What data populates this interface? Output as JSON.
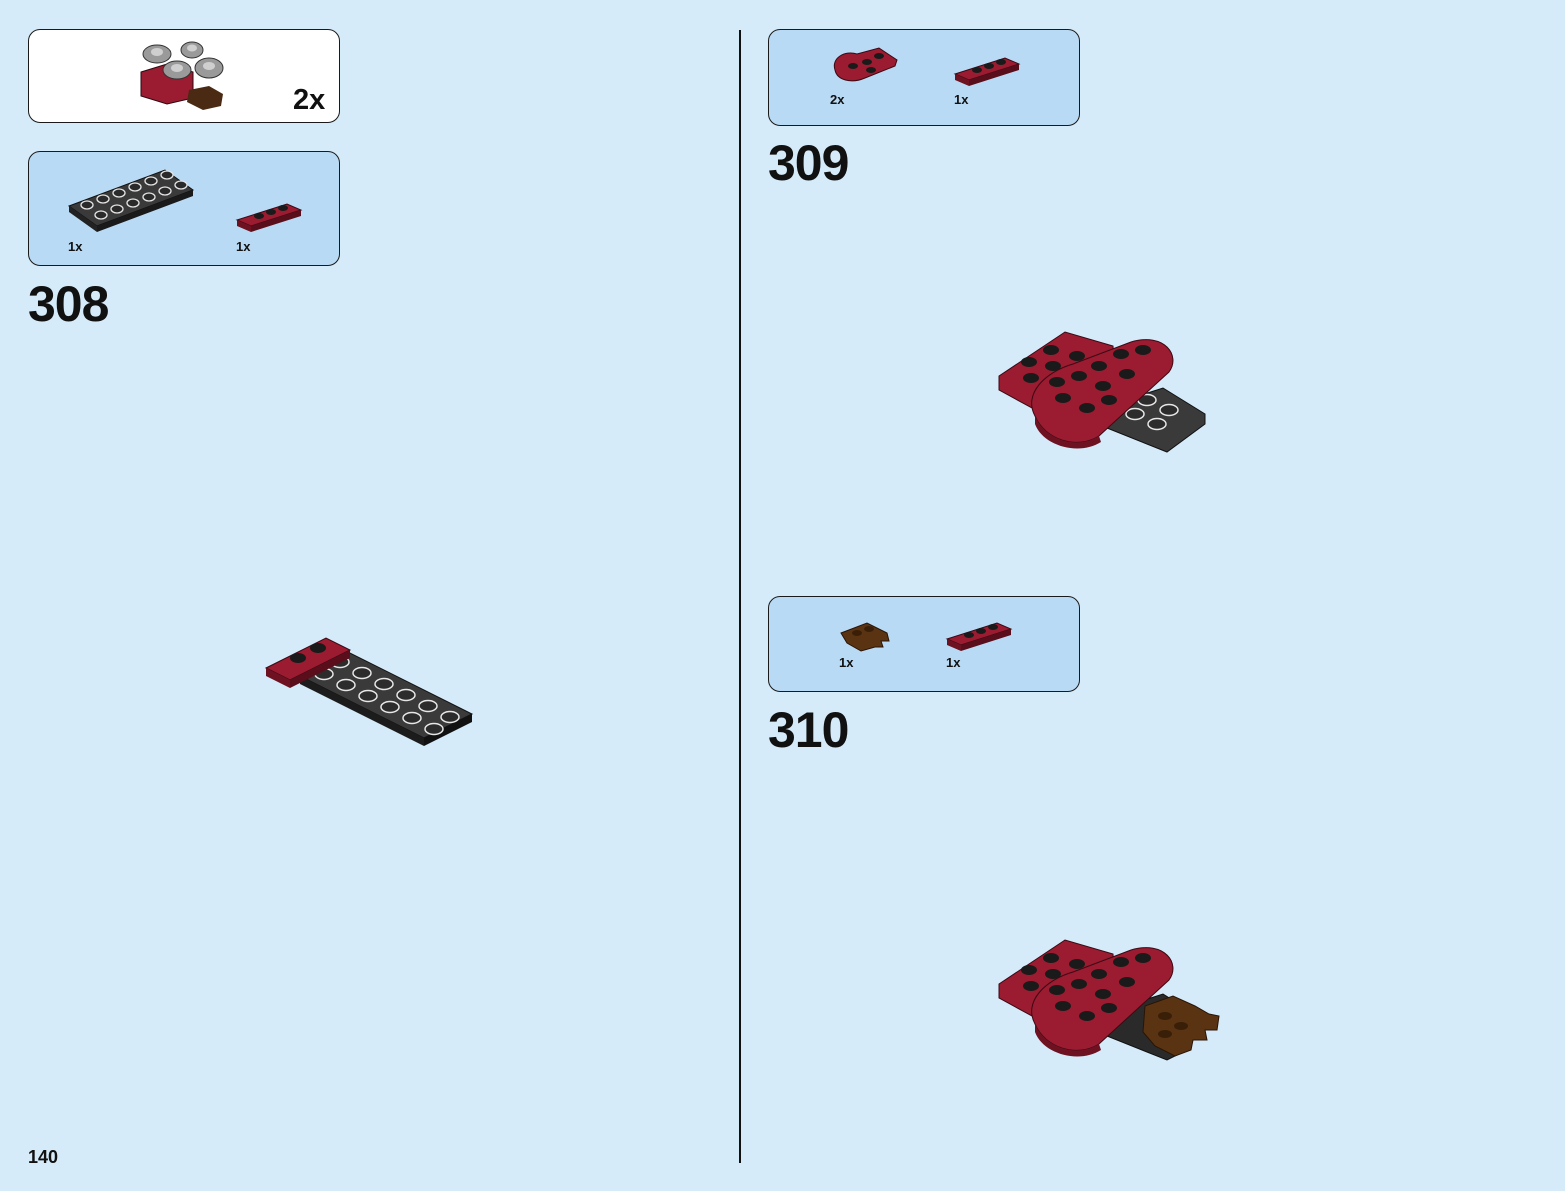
{
  "page": {
    "number": "140"
  },
  "subassembly_callout": {
    "quantity": "2x",
    "icon": "gear-mechanism-submodel-icon"
  },
  "steps": [
    {
      "number": "308",
      "parts": [
        {
          "qty": "1x",
          "icon": "dark-gray-plate-2x6-icon",
          "color": "#3a3a3a"
        },
        {
          "qty": "1x",
          "icon": "dark-red-plate-1x3-icon",
          "color": "#9b1b30"
        }
      ],
      "model_icon": "step-308-build-icon"
    },
    {
      "number": "309",
      "parts": [
        {
          "qty": "2x",
          "icon": "dark-red-rounded-plate-icon",
          "color": "#9b1b30"
        },
        {
          "qty": "1x",
          "icon": "dark-red-plate-1x3-icon",
          "color": "#9b1b30"
        }
      ],
      "model_icon": "step-309-build-icon"
    },
    {
      "number": "310",
      "parts": [
        {
          "qty": "1x",
          "icon": "brown-clip-plate-icon",
          "color": "#5a3412"
        },
        {
          "qty": "1x",
          "icon": "dark-red-plate-1x3-icon",
          "color": "#9b1b30"
        }
      ],
      "model_icon": "step-310-build-icon"
    }
  ],
  "colors": {
    "background": "#d5ebf9",
    "callout_fill": "#b9daf4",
    "dark_red": "#9b1b30",
    "dark_gray": "#3a3a3a",
    "brown": "#5a3412"
  }
}
